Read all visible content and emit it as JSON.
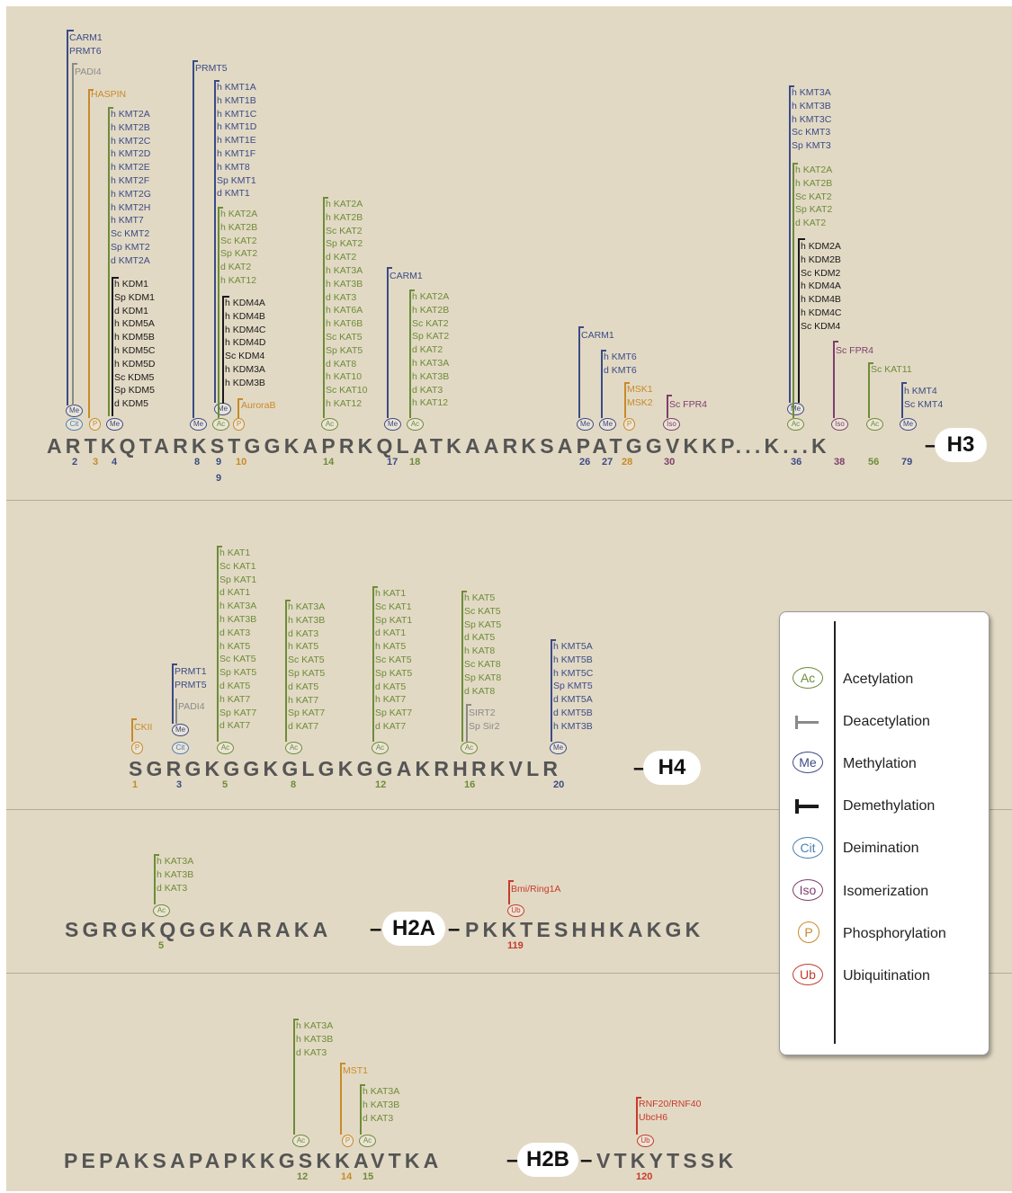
{
  "colors": {
    "me": "#3b4b86",
    "ac": "#6d8c3a",
    "ph": "#c78a2a",
    "cit": "#4c7fb1",
    "iso": "#7c3f6c",
    "ub": "#c63b2c",
    "demeth": "#1a1a1a",
    "gray": "#8a8a8a"
  },
  "histones": {
    "H3": {
      "name": "H3",
      "sequence": "ARTKQTARKSTGGKAPRKQLATKAARKSAPATGGVKKP...K...K",
      "positions": [
        {
          "label": "2",
          "color": "#3b4b86"
        },
        {
          "label": "3",
          "color": "#c78a2a"
        },
        {
          "label": "4",
          "color": "#3b4b86"
        },
        {
          "label": "8",
          "color": "#3b4b86"
        },
        {
          "label": "9",
          "color": "#3b4b86"
        },
        {
          "label": "10",
          "color": "#c78a2a"
        },
        {
          "label": "9",
          "color": "#3b4b86"
        },
        {
          "label": "14",
          "color": "#6d8c3a"
        },
        {
          "label": "17",
          "color": "#3b4b86"
        },
        {
          "label": "18",
          "color": "#6d8c3a"
        },
        {
          "label": "26",
          "color": "#3b4b86"
        },
        {
          "label": "27",
          "color": "#3b4b86"
        },
        {
          "label": "28",
          "color": "#c78a2a"
        },
        {
          "label": "30",
          "color": "#7c3f6c"
        },
        {
          "label": "36",
          "color": "#3b4b86"
        },
        {
          "label": "38",
          "color": "#7c3f6c"
        },
        {
          "label": "56",
          "color": "#6d8c3a"
        },
        {
          "label": "79",
          "color": "#3b4b86"
        }
      ]
    },
    "H4": {
      "name": "H4",
      "sequence": "SGRGKGGKGLGKGGAKRHRKVLR",
      "positions": [
        {
          "label": "1",
          "color": "#c78a2a"
        },
        {
          "label": "3",
          "color": "#3b4b86"
        },
        {
          "label": "5",
          "color": "#6d8c3a"
        },
        {
          "label": "8",
          "color": "#6d8c3a"
        },
        {
          "label": "12",
          "color": "#6d8c3a"
        },
        {
          "label": "16",
          "color": "#6d8c3a"
        },
        {
          "label": "20",
          "color": "#3b4b86"
        }
      ]
    },
    "H2A": {
      "name": "H2A",
      "sequence_n": "SGRGKQGGKARAKA",
      "sequence_c": "PKKTESHHKAKGK",
      "positions": [
        {
          "label": "5",
          "color": "#6d8c3a"
        },
        {
          "label": "119",
          "color": "#c63b2c"
        }
      ]
    },
    "H2B": {
      "name": "H2B",
      "sequence_n": "PEPAKSAPAPKKGSKKAVTKA",
      "sequence_c": "VTKYTSSK",
      "positions": [
        {
          "label": "12",
          "color": "#6d8c3a"
        },
        {
          "label": "14",
          "color": "#c78a2a"
        },
        {
          "label": "15",
          "color": "#6d8c3a"
        },
        {
          "label": "120",
          "color": "#c63b2c"
        }
      ]
    }
  },
  "symbols": {
    "ac": "Ac",
    "me": "Me",
    "cit": "Cit",
    "iso": "Iso",
    "ph": "P",
    "ub": "Ub"
  },
  "enzyme_groups": {
    "h3_2_carm": "CARM1\nPRMT6",
    "h3_2_padi": "PADI4",
    "h3_3_haspin": "HASPIN",
    "h3_4_kmt": "h KMT2A\nh KMT2B\nh KMT2C\nh KMT2D\nh KMT2E\nh KMT2F\nh KMT2G\nh KMT2H\nh KMT7\nSc KMT2\nSp KMT2\nd KMT2A",
    "h3_4_kdm": "h KDM1\nSp KDM1\nd KDM1\nh KDM5A\nh KDM5B\nh KDM5C\nh KDM5D\nSc KDM5\nSp KDM5\nd KDM5",
    "h3_8_prmt5": "PRMT5",
    "h3_9_kmt": "h KMT1A\nh KMT1B\nh KMT1C\nh KMT1D\nh KMT1E\nh KMT1F\nh KMT8\nSp KMT1\nd KMT1",
    "h3_9_kat": "h KAT2A\nh KAT2B\nSc KAT2\nSp KAT2\nd KAT2\nh KAT12",
    "h3_9_kdm": "h KDM4A\nh KDM4B\nh KDM4C\nh KDM4D\nSc KDM4\nh KDM3A\nh KDM3B",
    "h3_10_aurora": "AuroraB",
    "h3_14_kat": "h KAT2A\nh KAT2B\nSc KAT2\nSp KAT2\nd KAT2\nh KAT3A\nh KAT3B\nd KAT3\nh KAT6A\nh KAT6B\nSc KAT5\nSp KAT5\nd KAT8\nh KAT10\nSc KAT10\nh KAT12",
    "h3_17_carm": "CARM1",
    "h3_18_kat": "h KAT2A\nh KAT2B\nSc KAT2\nSp KAT2\nd KAT2\nh KAT3A\nh KAT3B\nd KAT3\nh KAT12",
    "h3_26_carm": "CARM1",
    "h3_27_kmt6": "h KMT6\nd KMT6",
    "h3_28_msk": "MSK1\nMSK2",
    "h3_30_fpr": "Sc FPR4",
    "h3_36_kmt": "h KMT3A\nh KMT3B\nh KMT3C\nSc KMT3\nSp KMT3",
    "h3_36_kat": "h KAT2A\nh KAT2B\nSc KAT2\nSp KAT2\nd KAT2",
    "h3_36_kdm": "h KDM2A\nh KDM2B\nSc KDM2\nh KDM4A\nh KDM4B\nh KDM4C\nSc KDM4",
    "h3_38_fpr": "Sc FPR4",
    "h3_56_kat": "Sc KAT11",
    "h3_79_kmt": "h KMT4\nSc KMT4",
    "h4_1_ckii": "CKII",
    "h4_3_prmt": "PRMT1\nPRMT5",
    "h4_3_padi": "PADI4",
    "h4_5_kat": "h KAT1\nSc KAT1\nSp KAT1\nd KAT1\nh KAT3A\nh KAT3B\nd KAT3\nh KAT5\nSc KAT5\nSp KAT5\nd KAT5\nh KAT7\nSp KAT7\nd KAT7",
    "h4_8_kat": "h KAT3A\nh KAT3B\nd KAT3\nh KAT5\nSc KAT5\nSp KAT5\nd KAT5\nh KAT7\nSp KAT7\nd KAT7",
    "h4_12_kat": "h KAT1\nSc KAT1\nSp KAT1\nd KAT1\nh KAT5\nSc KAT5\nSp KAT5\nd KAT5\nh KAT7\nSp KAT7\nd KAT7",
    "h4_16_kat": "h KAT5\nSc KAT5\nSp KAT5\nd KAT5\nh KAT8\nSc KAT8\nSp KAT8\nd KAT8",
    "h4_16_sirt": "SIRT2\nSp Sir2",
    "h4_20_kmt": "h KMT5A\nh KMT5B\nh KMT5C\nSp KMT5\nd KMT5A\nd KMT5B\nh KMT3B",
    "h2a_5_kat": "h KAT3A\nh KAT3B\nd KAT3",
    "h2a_119_bmi": "Bmi/Ring1A",
    "h2b_12_kat": "h KAT3A\nh KAT3B\nd KAT3",
    "h2b_14_mst": "MST1",
    "h2b_15_kat": "h KAT3A\nh KAT3B\nd KAT3",
    "h2b_120_rnf": "RNF20/RNF40\nUbcH6"
  },
  "legend": [
    {
      "key": "ac",
      "symbol": "Ac",
      "label": "Acetylation",
      "color": "#6d8c3a"
    },
    {
      "key": "deac",
      "symbol": "",
      "label": "Deacetylation",
      "color": "#8a8a8a"
    },
    {
      "key": "me",
      "symbol": "Me",
      "label": "Methylation",
      "color": "#3b4b86"
    },
    {
      "key": "demeth",
      "symbol": "",
      "label": "Demethylation",
      "color": "#1a1a1a"
    },
    {
      "key": "cit",
      "symbol": "Cit",
      "label": "Deimination",
      "color": "#4c7fb1"
    },
    {
      "key": "iso",
      "symbol": "Iso",
      "label": "Isomerization",
      "color": "#7c3f6c"
    },
    {
      "key": "ph",
      "symbol": "P",
      "label": "Phosphorylation",
      "color": "#c78a2a"
    },
    {
      "key": "ub",
      "symbol": "Ub",
      "label": "Ubiquitination",
      "color": "#c63b2c"
    }
  ]
}
